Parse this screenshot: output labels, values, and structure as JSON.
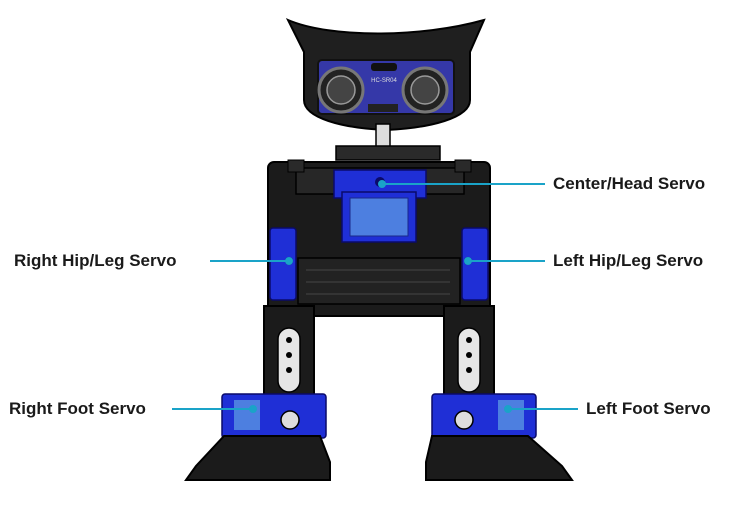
{
  "labels": {
    "center_head": "Center/Head Servo",
    "right_hip": "Right Hip/Leg Servo",
    "left_hip": "Left Hip/Leg Servo",
    "right_foot": "Right Foot Servo",
    "left_foot": "Left Foot Servo"
  },
  "sensor_text": "HC-SR04",
  "colors": {
    "leader_line": "#1aa3c8",
    "frame": "#1b1b1b",
    "servo_blue": "#1f2fd6",
    "servo_screen": "#4d7fe0",
    "sensor_board": "#3538a8"
  }
}
